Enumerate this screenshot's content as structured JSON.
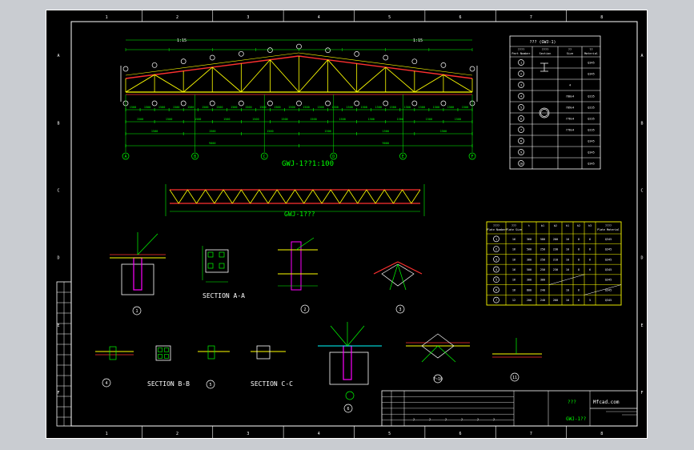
{
  "drawing": {
    "colors": {
      "background": "#000000",
      "frame": "#ffffff",
      "truss_top": "#ff3030",
      "truss_web": "#ffff00",
      "dimension": "#00ff00",
      "column": "#ff00ff",
      "cyan_line": "#00ffff",
      "table_border": "#ffff00"
    },
    "grid_numbers": [
      "1",
      "2",
      "3",
      "4",
      "5",
      "6",
      "7",
      "8"
    ],
    "grid_letters": [
      "A",
      "B",
      "C",
      "D",
      "E",
      "F"
    ],
    "truss_label": "GWJ-1??1:100",
    "top_chord_label": "GWJ-1???",
    "sections": {
      "a": "SECTION A-A",
      "b": "SECTION B-B",
      "c": "SECTION C-C"
    },
    "details": [
      "1",
      "2",
      "3",
      "4",
      "5",
      "6",
      "7~10",
      "11"
    ],
    "table1": {
      "title": "??? (GWJ-1)",
      "headers": [
        "????\nPart Number",
        "????\nSection",
        "??\nSize",
        "??\nMaterial"
      ],
      "rows": [
        [
          "1",
          "",
          "",
          "Q345"
        ],
        [
          "2",
          "",
          "",
          "Q345"
        ],
        [
          "3",
          "",
          "4",
          ""
        ],
        [
          "4",
          "",
          "?80x4",
          "Q235"
        ],
        [
          "5",
          "",
          "?89x4",
          "Q235"
        ],
        [
          "6",
          "",
          "?76x4",
          "Q235"
        ],
        [
          "7",
          "",
          "?76x4",
          "Q235"
        ],
        [
          "8",
          "",
          "",
          "Q345"
        ],
        [
          "9",
          "",
          "",
          "Q345"
        ],
        [
          "10",
          "",
          "",
          "Q345"
        ]
      ]
    },
    "table2": {
      "headers": [
        "????\nPlate Number",
        "???\nPlate Size",
        "t",
        "b1",
        "b2",
        "h1",
        "h2",
        "h3",
        "????\nPlate Material"
      ],
      "rows": [
        [
          "1",
          "16",
          "360",
          "580",
          "200",
          "10",
          "8",
          "6",
          "Q345"
        ],
        [
          "2",
          "16",
          "500",
          "250",
          "230",
          "10",
          "8",
          "6",
          "Q345"
        ],
        [
          "3",
          "16",
          "380",
          "250",
          "210",
          "10",
          "8",
          "6",
          "Q345"
        ],
        [
          "4",
          "16",
          "500",
          "250",
          "230",
          "10",
          "8",
          "6",
          "Q345"
        ],
        [
          "5",
          "16",
          "300",
          "300",
          "",
          "",
          "",
          "",
          "Q345"
        ],
        [
          "6",
          "16",
          "800",
          "240",
          "",
          "10",
          "6",
          "",
          "Q345"
        ],
        [
          "7",
          "12",
          "200",
          "240",
          "200",
          "10",
          "6",
          "5",
          "Q345"
        ]
      ]
    },
    "title_block": {
      "drawing_name": "???",
      "drawing_code": "GWJ-1??",
      "site": "Mfcad.com",
      "bottom_marks": [
        "?",
        "?",
        "?",
        "?",
        "?",
        "?"
      ]
    }
  }
}
